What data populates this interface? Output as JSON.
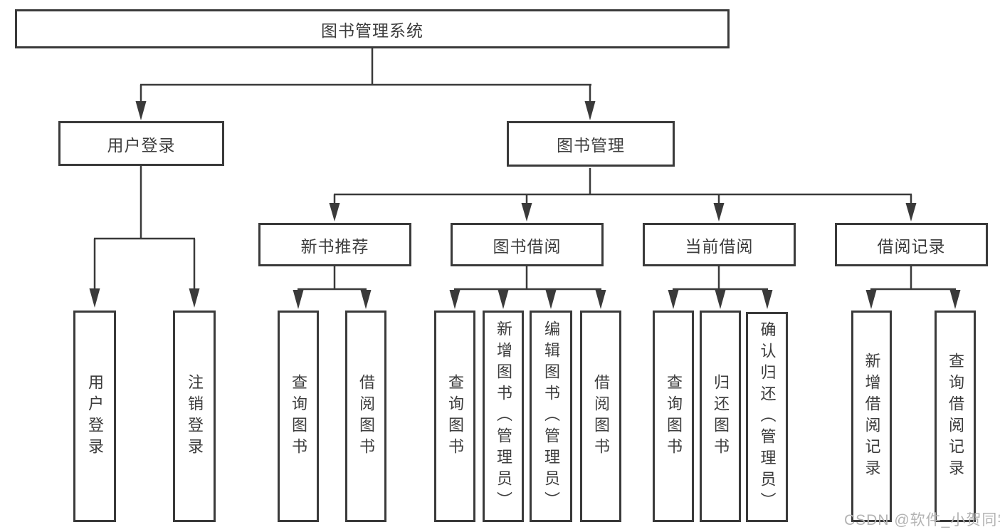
{
  "tree": {
    "root_label": "图书管理系统",
    "branches": [
      {
        "label": "用户登录",
        "children": [
          "用户登录",
          "注销登录"
        ]
      },
      {
        "label": "图书管理",
        "sections": [
          {
            "label": "新书推荐",
            "children": [
              "查询图书",
              "借阅图书"
            ]
          },
          {
            "label": "图书借阅",
            "children": [
              "查询图书",
              "新增图书（管理员）",
              "编辑图书（管理员）",
              "借阅图书"
            ]
          },
          {
            "label": "当前借阅",
            "children": [
              "查询图书",
              "归还图书",
              "确认归还（管理员）"
            ]
          },
          {
            "label": "借阅记录",
            "children": [
              "新增借阅记录",
              "查询借阅记录"
            ]
          }
        ]
      }
    ]
  },
  "watermark": "CSDN @软件_小贺同学",
  "colors": {
    "line": "#3a3a3a",
    "text": "#3d3d3d",
    "watermark": "#b3b3b3",
    "background": "#ffffff"
  }
}
